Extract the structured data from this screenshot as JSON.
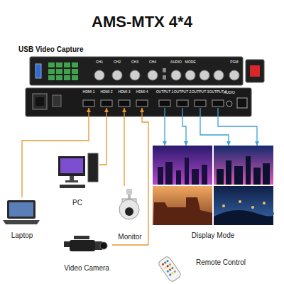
{
  "diagram": {
    "title": "AMS-MTX 4*4",
    "nodes": [
      {
        "text": [
          "HDMI 1"
        ]
      },
      {
        "text": [
          "HDMI 2"
        ]
      },
      {
        "text": [
          "HDMI 3"
        ]
      },
      {
        "text": [
          "HDMI 4"
        ]
      },
      {
        "text": [
          "OUTPUT 1"
        ]
      },
      {
        "text": [
          "OUTPUT 2"
        ]
      },
      {
        "text": [
          "OUTPUT 3"
        ]
      },
      {
        "text": [
          "OUTPUT 4"
        ]
      },
      {
        "text": [
          "PC"
        ]
      },
      {
        "text": [
          "Monitor"
        ]
      },
      {
        "text": [
          "Laptop"
        ]
      },
      {
        "text": [
          "Display Mode"
        ]
      },
      {
        "text": [
          "Video Camera"
        ]
      },
      {
        "text": [
          "Remote Control"
        ]
      }
    ],
    "edges": [
      {
        "from": 10,
        "to": 0,
        "arrow": "to"
      },
      {
        "from": 8,
        "to": 1,
        "arrow": "to"
      },
      {
        "from": 9,
        "to": 2,
        "arrow": "to"
      },
      {
        "from": 12,
        "to": 3,
        "arrow": "to"
      },
      {
        "from": 4,
        "to": 11,
        "arrow": "to"
      },
      {
        "from": 5,
        "to": 11,
        "arrow": "to"
      },
      {
        "from": 6,
        "to": 11,
        "arrow": "to"
      },
      {
        "from": 7,
        "to": 11,
        "arrow": "to"
      }
    ],
    "labels": [
      "USB Video Capture",
      "CH1",
      "CH2",
      "CH3",
      "CH4",
      "AUDIO",
      "MODE",
      "PGM",
      "AUDIO"
    ]
  }
}
